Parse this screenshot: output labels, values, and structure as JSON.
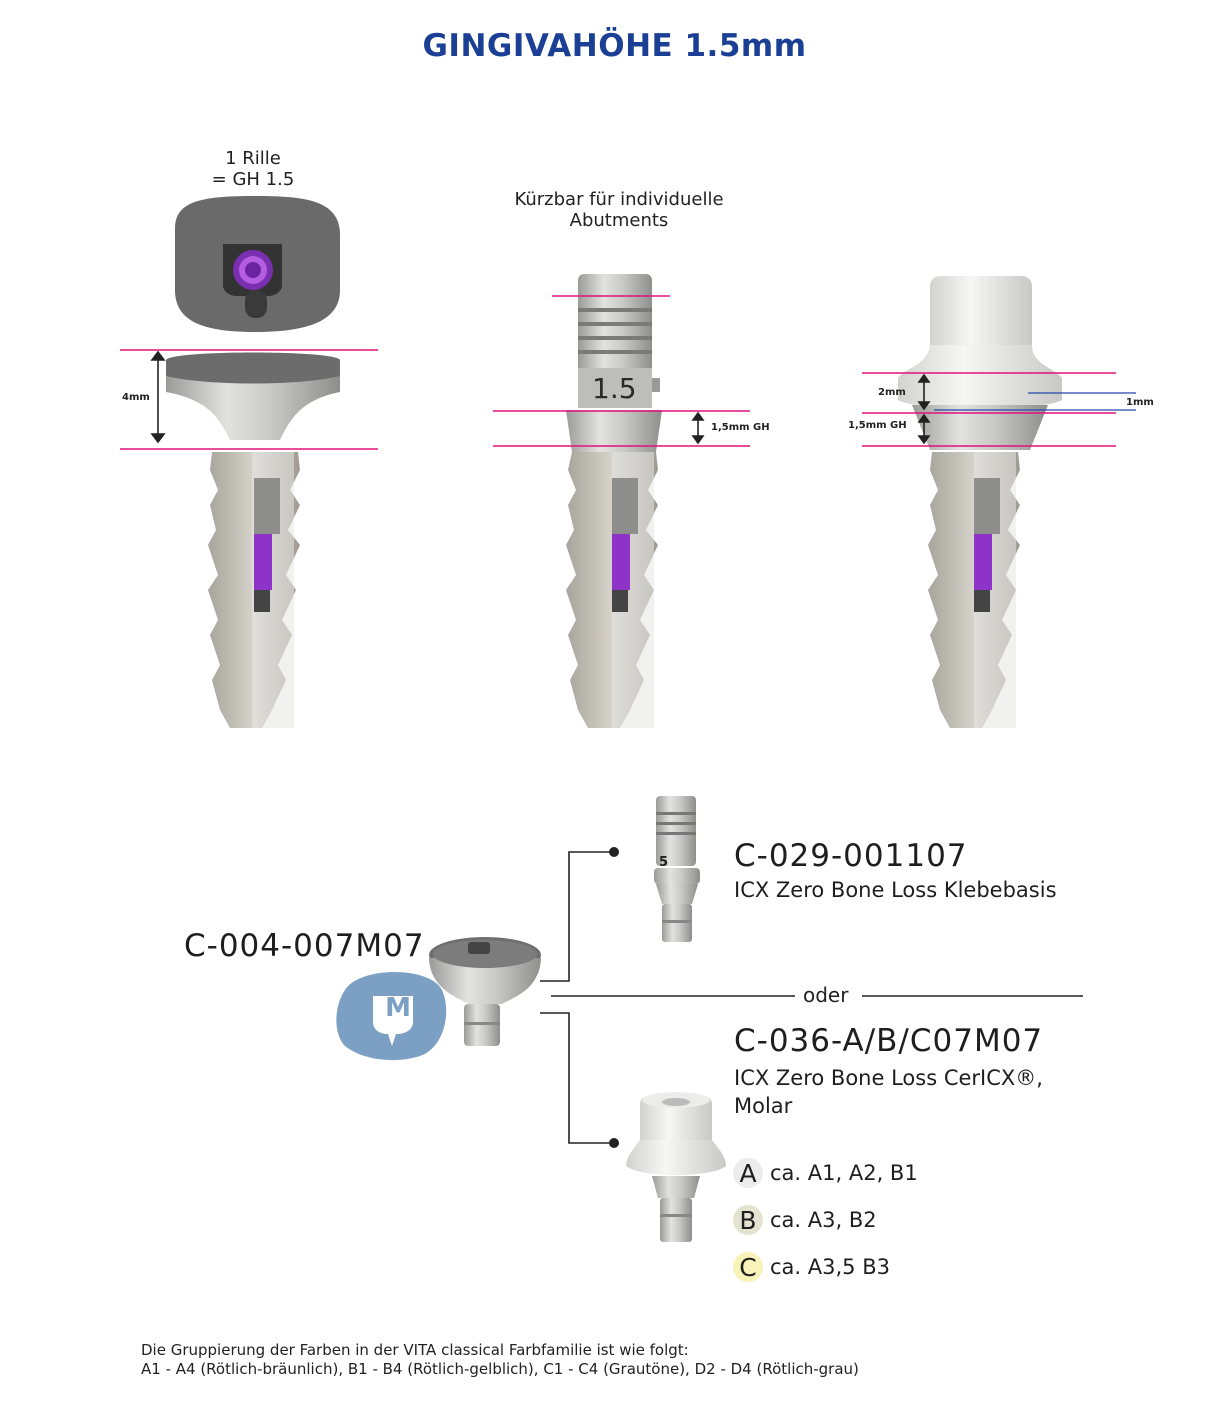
{
  "title": "GINGIVAHÖHE 1.5mm",
  "column1": {
    "caption_line1": "1 Rille",
    "caption_line2": "= GH 1.5",
    "measure": "4mm"
  },
  "column2": {
    "caption_line1": "Kürzbar für individuelle",
    "caption_line2": "Abutments",
    "abutment_label": "1.5",
    "measure": "1,5mm GH"
  },
  "column3": {
    "measure_top": "2mm",
    "measure_bottom": "1,5mm GH",
    "measure_right": "1mm"
  },
  "product_main": {
    "code": "C-004-007M07",
    "icon_letter": "M"
  },
  "product_option1": {
    "code": "C-029-001107",
    "name": "ICX Zero Bone Loss Klebebasis",
    "label": "5"
  },
  "separator": "oder",
  "product_option2": {
    "code": "C-036-A/B/C07M07",
    "name_line1": "ICX Zero Bone Loss CerICX®,",
    "name_line2": "Molar",
    "shades": [
      {
        "letter": "A",
        "text": "ca. A1, A2, B1",
        "color": "#ececec"
      },
      {
        "letter": "B",
        "text": "ca. A3, B2",
        "color": "#e4e3d2"
      },
      {
        "letter": "C",
        "text": "ca. A3,5 B3",
        "color": "#f8f3b8"
      }
    ]
  },
  "footer": {
    "line1": "Die Gruppierung der Farben in der VITA classical Farbfamilie ist wie folgt:",
    "line2": "A1 - A4 (Rötlich-bräunlich), B1 - B4 (Rötlich-gelblich), C1 - C4 (Grautöne), D2 - D4 (Rötlich-grau)"
  },
  "colors": {
    "title_blue": "#1a3f95",
    "guide_magenta": "#e0127a",
    "guide_blue": "#2447a6",
    "icon_blue": "#7c9fc4",
    "screw_purple": "#8e33c8"
  }
}
